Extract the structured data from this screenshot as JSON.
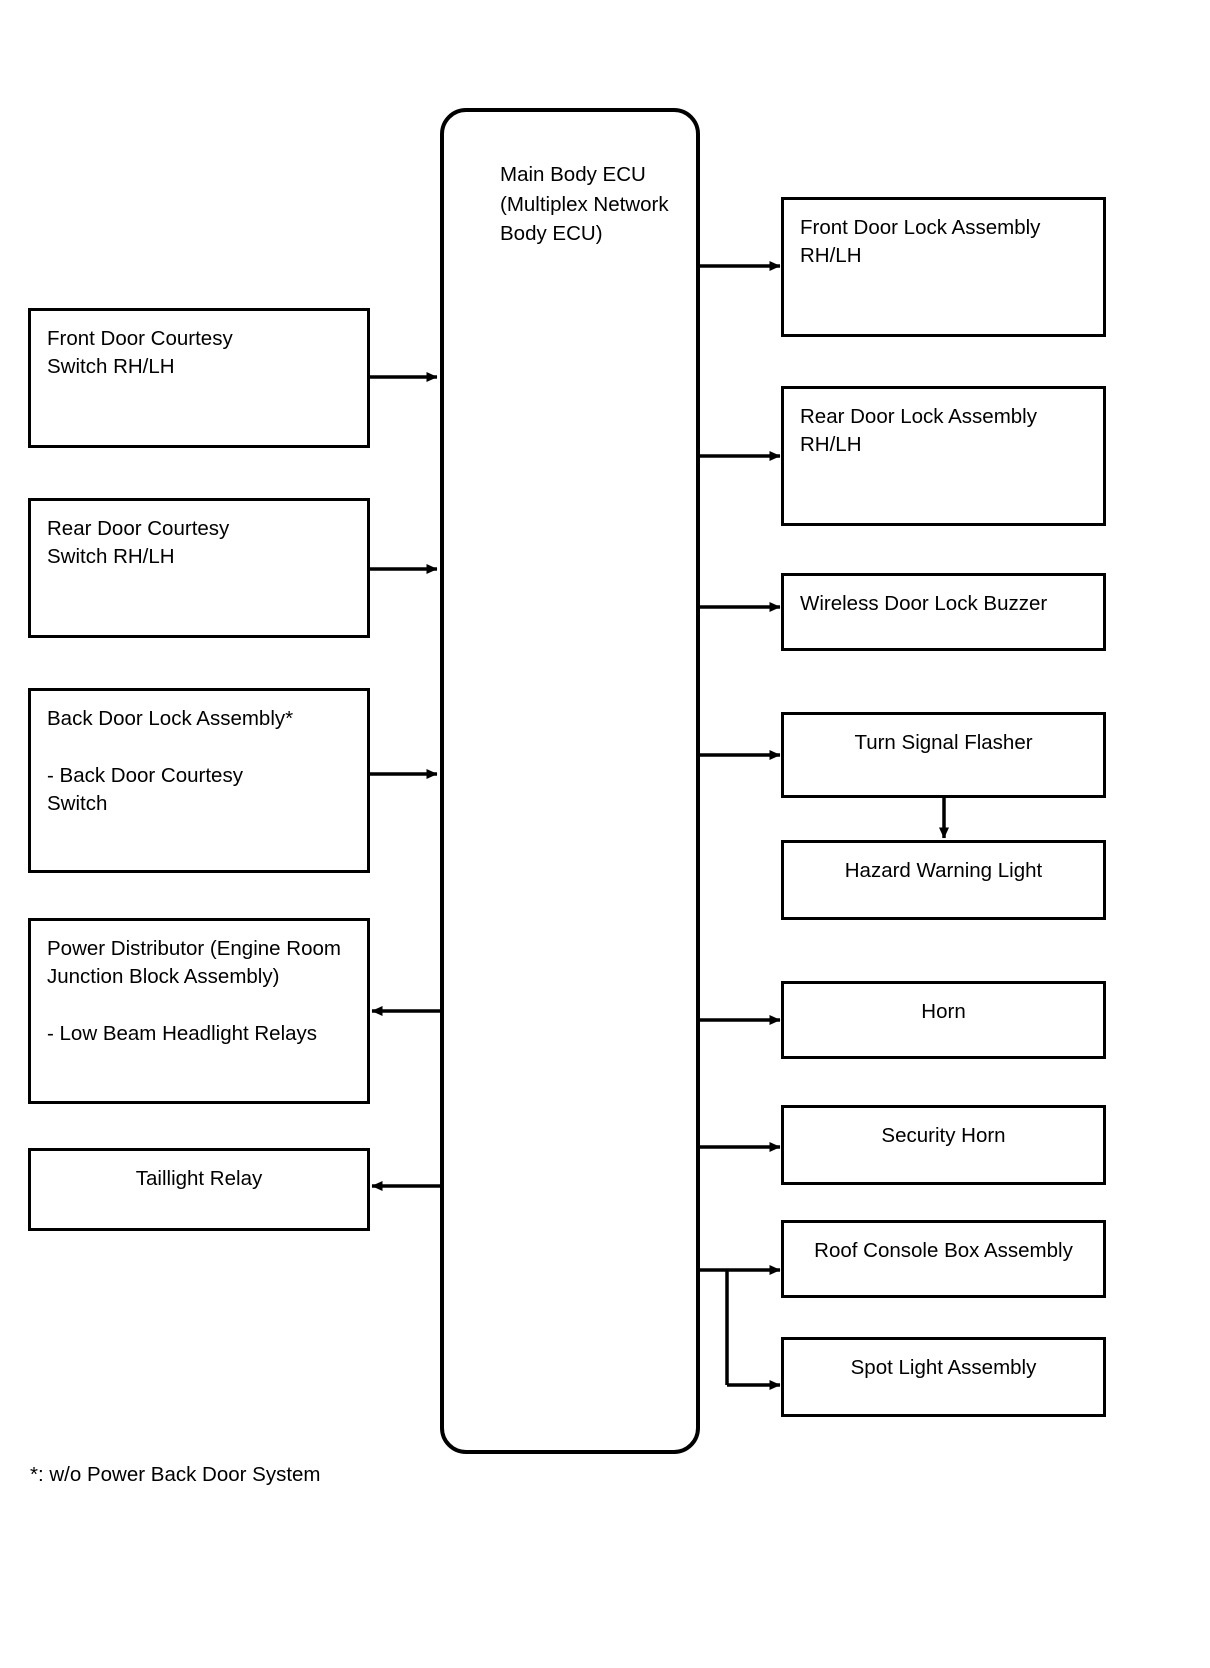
{
  "diagram": {
    "title_block": {
      "name": "Main Body ECU (Multiplex Network Body ECU)",
      "text": "Main Body ECU\n(Multiplex Network\nBody ECU)"
    },
    "footnote": "*: w/o Power Back Door System",
    "colors": {
      "stroke": "#000000",
      "fill": "#ffffff",
      "text": "#000000"
    },
    "inputs": [
      {
        "id": "front-door-courtesy-switch",
        "text": "Front Door Courtesy\nSwitch RH/LH"
      },
      {
        "id": "rear-door-courtesy-switch",
        "text": "Rear Door Courtesy\nSwitch RH/LH"
      },
      {
        "id": "back-door-lock-assembly",
        "text": "Back Door Lock Assembly*\n\n- Back Door Courtesy\nSwitch"
      },
      {
        "id": "power-distributor",
        "text": "Power Distributor (Engine Room\nJunction Block Assembly)\n\n- Low Beam Headlight Relays"
      },
      {
        "id": "taillight-relay",
        "text": "Taillight Relay"
      }
    ],
    "outputs": [
      {
        "id": "front-door-lock-assembly",
        "text": "Front Door Lock Assembly\nRH/LH"
      },
      {
        "id": "rear-door-lock-assembly",
        "text": "Rear Door Lock Assembly\nRH/LH"
      },
      {
        "id": "wireless-door-lock-buzzer",
        "text": "Wireless Door Lock Buzzer"
      },
      {
        "id": "turn-signal-flasher",
        "text": "Turn Signal Flasher"
      },
      {
        "id": "hazard-warning-light",
        "text": "Hazard Warning Light"
      },
      {
        "id": "horn",
        "text": "Horn"
      },
      {
        "id": "security-horn",
        "text": "Security Horn"
      },
      {
        "id": "roof-console-box-assembly",
        "text": "Roof Console Box Assembly"
      },
      {
        "id": "spot-light-assembly",
        "text": "Spot Light Assembly"
      }
    ],
    "connections": [
      {
        "from": "front-door-courtesy-switch",
        "to": "main-body-ecu",
        "direction": "right"
      },
      {
        "from": "rear-door-courtesy-switch",
        "to": "main-body-ecu",
        "direction": "right"
      },
      {
        "from": "back-door-lock-assembly",
        "to": "main-body-ecu",
        "direction": "right"
      },
      {
        "from": "main-body-ecu",
        "to": "power-distributor",
        "direction": "left"
      },
      {
        "from": "main-body-ecu",
        "to": "taillight-relay",
        "direction": "left"
      },
      {
        "from": "main-body-ecu",
        "to": "front-door-lock-assembly",
        "direction": "right"
      },
      {
        "from": "main-body-ecu",
        "to": "rear-door-lock-assembly",
        "direction": "right"
      },
      {
        "from": "main-body-ecu",
        "to": "wireless-door-lock-buzzer",
        "direction": "right"
      },
      {
        "from": "main-body-ecu",
        "to": "turn-signal-flasher",
        "direction": "right"
      },
      {
        "from": "turn-signal-flasher",
        "to": "hazard-warning-light",
        "direction": "down"
      },
      {
        "from": "main-body-ecu",
        "to": "horn",
        "direction": "right"
      },
      {
        "from": "main-body-ecu",
        "to": "security-horn",
        "direction": "right"
      },
      {
        "from": "main-body-ecu",
        "to": "roof-console-box-assembly",
        "direction": "right"
      },
      {
        "from": "main-body-ecu",
        "to": "spot-light-assembly",
        "direction": "right"
      }
    ]
  }
}
